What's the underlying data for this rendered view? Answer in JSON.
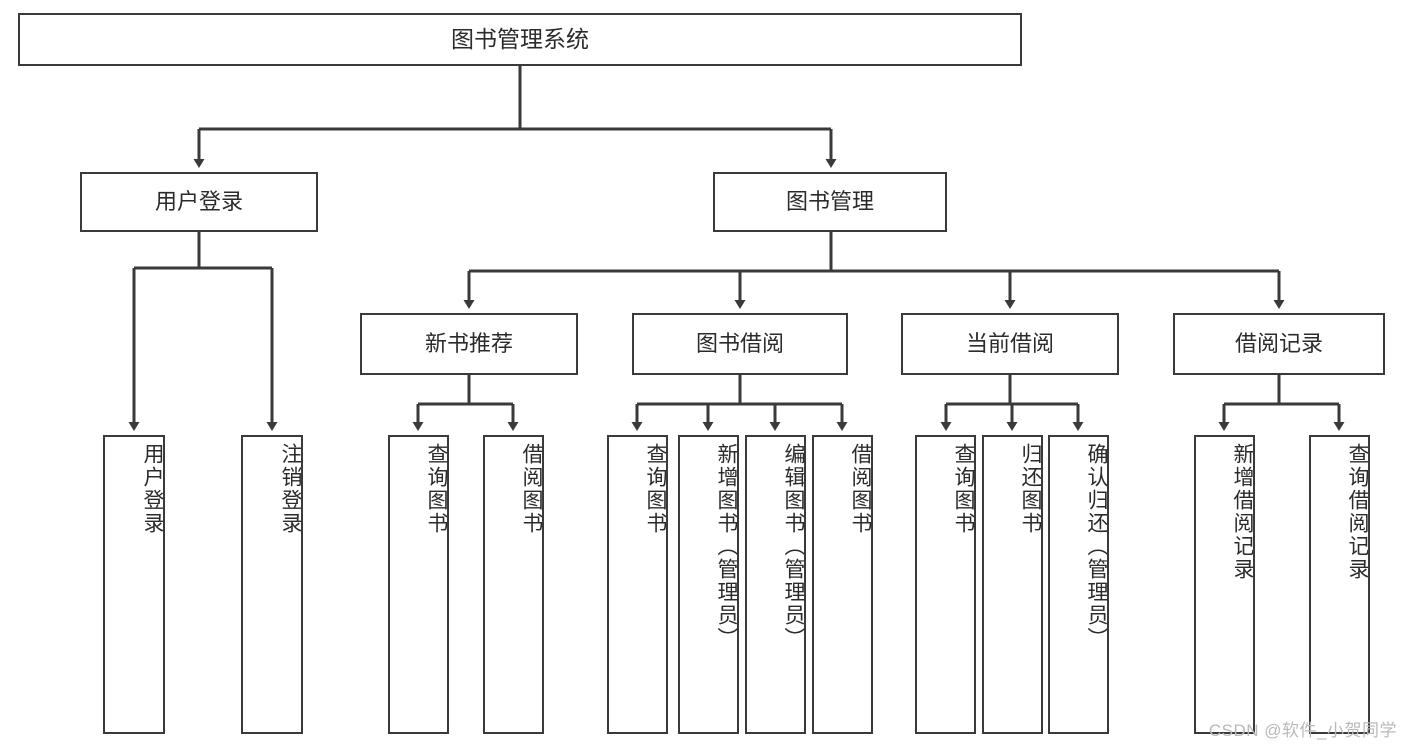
{
  "diagram": {
    "title": "图书管理系统",
    "watermark": "CSDN @软件_小贺同学",
    "colors": {
      "background": "#ffffff",
      "box_border": "#3a3a3a",
      "box_fill": "#ffffff",
      "text": "#2b2b2b",
      "connector": "#3a3a3a",
      "watermark": "#b9b9b9"
    },
    "root": {
      "label": "图书管理系统"
    },
    "level2": [
      {
        "label": "用户登录"
      },
      {
        "label": "图书管理"
      }
    ],
    "level3": [
      {
        "label": "新书推荐"
      },
      {
        "label": "图书借阅"
      },
      {
        "label": "当前借阅"
      },
      {
        "label": "借阅记录"
      }
    ],
    "leaves": {
      "user_login": [
        {
          "label": "用户登录"
        },
        {
          "label": "注销登录"
        }
      ],
      "new_book_recommend": [
        {
          "label": "查询图书"
        },
        {
          "label": "借阅图书"
        }
      ],
      "book_borrow": [
        {
          "label": "查询图书"
        },
        {
          "label": "新增图书（管理员）"
        },
        {
          "label": "编辑图书（管理员）"
        },
        {
          "label": "借阅图书"
        }
      ],
      "current_borrow": [
        {
          "label": "查询图书"
        },
        {
          "label": "归还图书"
        },
        {
          "label": "确认归还（管理员）"
        }
      ],
      "borrow_record": [
        {
          "label": "新增借阅记录"
        },
        {
          "label": "查询借阅记录"
        }
      ]
    }
  }
}
